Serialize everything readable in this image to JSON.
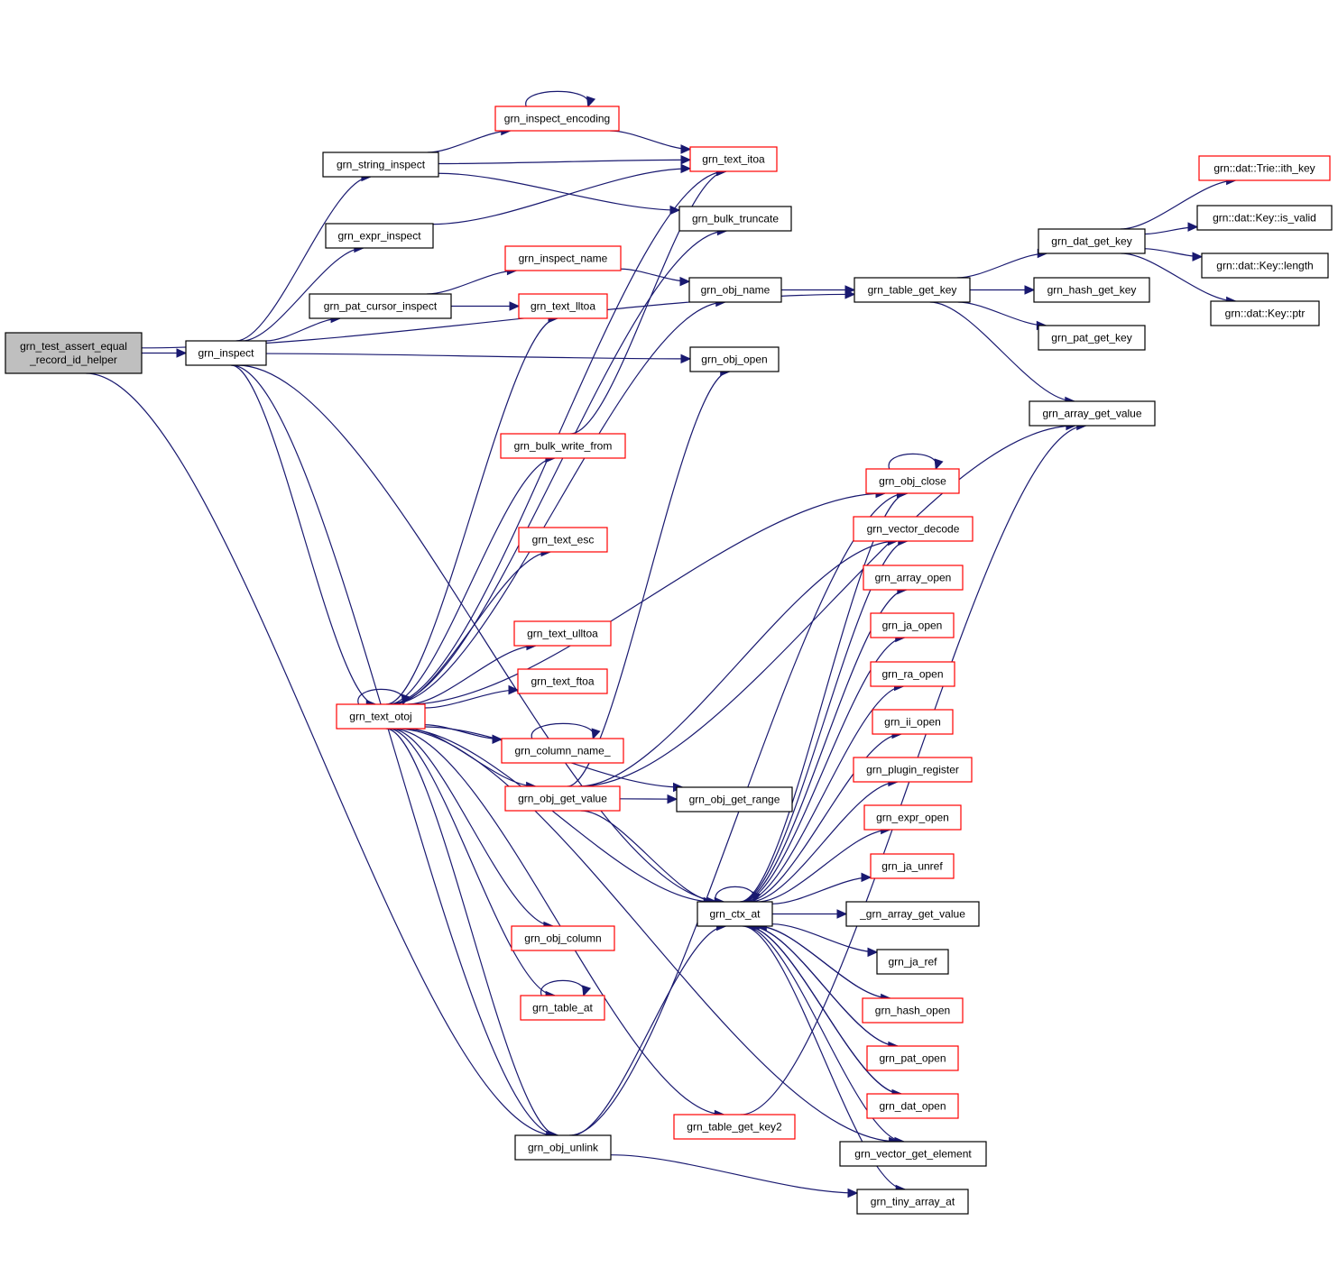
{
  "diagram": {
    "title": "Call graph of grn_test_assert_equal_record_id_helper",
    "edge_color": "#191970",
    "root_fill": "#bfbfbf",
    "border_colors": {
      "normal": "#000000",
      "truncated": "#ff0000"
    },
    "nodes": [
      {
        "id": "root",
        "label": [
          "grn_test_assert_equal",
          "_record_id_helper"
        ],
        "style": "root"
      },
      {
        "id": "inspect",
        "label": [
          "grn_inspect"
        ],
        "style": "normal"
      },
      {
        "id": "string_inspect",
        "label": [
          "grn_string_inspect"
        ],
        "style": "normal"
      },
      {
        "id": "expr_inspect",
        "label": [
          "grn_expr_inspect"
        ],
        "style": "normal"
      },
      {
        "id": "pat_cursor_inspect",
        "label": [
          "grn_pat_cursor_inspect"
        ],
        "style": "normal"
      },
      {
        "id": "inspect_encoding",
        "label": [
          "grn_inspect_encoding"
        ],
        "style": "red"
      },
      {
        "id": "inspect_name",
        "label": [
          "grn_inspect_name"
        ],
        "style": "red"
      },
      {
        "id": "text_lltoa",
        "label": [
          "grn_text_lltoa"
        ],
        "style": "red"
      },
      {
        "id": "text_itoa",
        "label": [
          "grn_text_itoa"
        ],
        "style": "red"
      },
      {
        "id": "bulk_truncate",
        "label": [
          "grn_bulk_truncate"
        ],
        "style": "normal"
      },
      {
        "id": "obj_name",
        "label": [
          "grn_obj_name"
        ],
        "style": "normal"
      },
      {
        "id": "obj_open",
        "label": [
          "grn_obj_open"
        ],
        "style": "normal"
      },
      {
        "id": "table_get_key",
        "label": [
          "grn_table_get_key"
        ],
        "style": "normal"
      },
      {
        "id": "dat_get_key",
        "label": [
          "grn_dat_get_key"
        ],
        "style": "normal"
      },
      {
        "id": "hash_get_key",
        "label": [
          "grn_hash_get_key"
        ],
        "style": "normal"
      },
      {
        "id": "pat_get_key",
        "label": [
          "grn_pat_get_key"
        ],
        "style": "normal"
      },
      {
        "id": "trie_ith_key",
        "label": [
          "grn::dat::Trie::ith_key"
        ],
        "style": "red"
      },
      {
        "id": "key_is_valid",
        "label": [
          "grn::dat::Key::is_valid"
        ],
        "style": "normal"
      },
      {
        "id": "key_length",
        "label": [
          "grn::dat::Key::length"
        ],
        "style": "normal"
      },
      {
        "id": "key_ptr",
        "label": [
          "grn::dat::Key::ptr"
        ],
        "style": "normal"
      },
      {
        "id": "array_get_value",
        "label": [
          "grn_array_get_value"
        ],
        "style": "normal"
      },
      {
        "id": "bulk_write_from",
        "label": [
          "grn_bulk_write_from"
        ],
        "style": "red"
      },
      {
        "id": "text_esc",
        "label": [
          "grn_text_esc"
        ],
        "style": "red"
      },
      {
        "id": "text_ulltoa",
        "label": [
          "grn_text_ulltoa"
        ],
        "style": "red"
      },
      {
        "id": "text_ftoa",
        "label": [
          "grn_text_ftoa"
        ],
        "style": "red"
      },
      {
        "id": "text_otoj",
        "label": [
          "grn_text_otoj"
        ],
        "style": "red"
      },
      {
        "id": "column_name_",
        "label": [
          "grn_column_name_"
        ],
        "style": "red"
      },
      {
        "id": "obj_get_value",
        "label": [
          "grn_obj_get_value"
        ],
        "style": "red"
      },
      {
        "id": "obj_get_range",
        "label": [
          "grn_obj_get_range"
        ],
        "style": "normal"
      },
      {
        "id": "obj_column",
        "label": [
          "grn_obj_column"
        ],
        "style": "red"
      },
      {
        "id": "table_at",
        "label": [
          "grn_table_at"
        ],
        "style": "red"
      },
      {
        "id": "table_get_key2",
        "label": [
          "grn_table_get_key2"
        ],
        "style": "red"
      },
      {
        "id": "obj_unlink",
        "label": [
          "grn_obj_unlink"
        ],
        "style": "normal"
      },
      {
        "id": "ctx_at",
        "label": [
          "grn_ctx_at"
        ],
        "style": "normal"
      },
      {
        "id": "obj_close",
        "label": [
          "grn_obj_close"
        ],
        "style": "red"
      },
      {
        "id": "vector_decode",
        "label": [
          "grn_vector_decode"
        ],
        "style": "red"
      },
      {
        "id": "array_open",
        "label": [
          "grn_array_open"
        ],
        "style": "red"
      },
      {
        "id": "ja_open",
        "label": [
          "grn_ja_open"
        ],
        "style": "red"
      },
      {
        "id": "ra_open",
        "label": [
          "grn_ra_open"
        ],
        "style": "red"
      },
      {
        "id": "ii_open",
        "label": [
          "grn_ii_open"
        ],
        "style": "red"
      },
      {
        "id": "plugin_register",
        "label": [
          "grn_plugin_register"
        ],
        "style": "red"
      },
      {
        "id": "expr_open",
        "label": [
          "grn_expr_open"
        ],
        "style": "red"
      },
      {
        "id": "ja_unref",
        "label": [
          "grn_ja_unref"
        ],
        "style": "red"
      },
      {
        "id": "_array_get_value",
        "label": [
          "_grn_array_get_value"
        ],
        "style": "normal"
      },
      {
        "id": "ja_ref",
        "label": [
          "grn_ja_ref"
        ],
        "style": "normal"
      },
      {
        "id": "hash_open",
        "label": [
          "grn_hash_open"
        ],
        "style": "red"
      },
      {
        "id": "pat_open",
        "label": [
          "grn_pat_open"
        ],
        "style": "red"
      },
      {
        "id": "dat_open",
        "label": [
          "grn_dat_open"
        ],
        "style": "red"
      },
      {
        "id": "vector_get_element",
        "label": [
          "grn_vector_get_element"
        ],
        "style": "normal"
      },
      {
        "id": "tiny_array_at",
        "label": [
          "grn_tiny_array_at"
        ],
        "style": "normal"
      }
    ],
    "edges": [
      [
        "root",
        "inspect"
      ],
      [
        "root",
        "table_get_key"
      ],
      [
        "root",
        "obj_unlink"
      ],
      [
        "inspect",
        "string_inspect"
      ],
      [
        "inspect",
        "expr_inspect"
      ],
      [
        "inspect",
        "pat_cursor_inspect"
      ],
      [
        "inspect",
        "obj_open"
      ],
      [
        "inspect",
        "text_otoj"
      ],
      [
        "inspect",
        "obj_unlink"
      ],
      [
        "inspect",
        "ctx_at"
      ],
      [
        "string_inspect",
        "inspect_encoding"
      ],
      [
        "string_inspect",
        "text_itoa"
      ],
      [
        "string_inspect",
        "bulk_truncate"
      ],
      [
        "inspect_encoding",
        "inspect_encoding"
      ],
      [
        "inspect_encoding",
        "text_itoa"
      ],
      [
        "expr_inspect",
        "text_itoa"
      ],
      [
        "pat_cursor_inspect",
        "inspect_name"
      ],
      [
        "pat_cursor_inspect",
        "text_lltoa"
      ],
      [
        "inspect_name",
        "obj_name"
      ],
      [
        "obj_name",
        "table_get_key"
      ],
      [
        "table_get_key",
        "dat_get_key"
      ],
      [
        "table_get_key",
        "hash_get_key"
      ],
      [
        "table_get_key",
        "pat_get_key"
      ],
      [
        "table_get_key",
        "array_get_value"
      ],
      [
        "dat_get_key",
        "trie_ith_key"
      ],
      [
        "dat_get_key",
        "key_is_valid"
      ],
      [
        "dat_get_key",
        "key_length"
      ],
      [
        "dat_get_key",
        "key_ptr"
      ],
      [
        "text_otoj",
        "text_otoj"
      ],
      [
        "text_otoj",
        "text_lltoa"
      ],
      [
        "text_otoj",
        "text_itoa"
      ],
      [
        "text_otoj",
        "bulk_truncate"
      ],
      [
        "text_otoj",
        "obj_name"
      ],
      [
        "text_otoj",
        "bulk_write_from"
      ],
      [
        "text_otoj",
        "text_esc"
      ],
      [
        "text_otoj",
        "obj_close"
      ],
      [
        "text_otoj",
        "text_ulltoa"
      ],
      [
        "text_otoj",
        "text_ftoa"
      ],
      [
        "text_otoj",
        "column_name_"
      ],
      [
        "text_otoj",
        "obj_get_value"
      ],
      [
        "text_otoj",
        "obj_get_range"
      ],
      [
        "text_otoj",
        "ctx_at"
      ],
      [
        "text_otoj",
        "obj_column"
      ],
      [
        "text_otoj",
        "table_at"
      ],
      [
        "text_otoj",
        "obj_unlink"
      ],
      [
        "text_otoj",
        "table_get_key2"
      ],
      [
        "text_otoj",
        "vector_get_element"
      ],
      [
        "bulk_write_from",
        "text_itoa"
      ],
      [
        "column_name_",
        "column_name_"
      ],
      [
        "table_at",
        "table_at"
      ],
      [
        "obj_get_value",
        "obj_get_range"
      ],
      [
        "obj_get_value",
        "ctx_at"
      ],
      [
        "obj_get_value",
        "array_get_value"
      ],
      [
        "obj_get_value",
        "obj_open"
      ],
      [
        "obj_get_value",
        "vector_decode"
      ],
      [
        "obj_unlink",
        "ctx_at"
      ],
      [
        "obj_unlink",
        "tiny_array_at"
      ],
      [
        "obj_unlink",
        "obj_close"
      ],
      [
        "table_get_key2",
        "array_get_value"
      ],
      [
        "obj_close",
        "obj_close"
      ],
      [
        "ctx_at",
        "ctx_at"
      ],
      [
        "ctx_at",
        "obj_close"
      ],
      [
        "ctx_at",
        "vector_decode"
      ],
      [
        "ctx_at",
        "array_open"
      ],
      [
        "ctx_at",
        "ja_open"
      ],
      [
        "ctx_at",
        "ra_open"
      ],
      [
        "ctx_at",
        "ii_open"
      ],
      [
        "ctx_at",
        "plugin_register"
      ],
      [
        "ctx_at",
        "expr_open"
      ],
      [
        "ctx_at",
        "ja_unref"
      ],
      [
        "ctx_at",
        "_array_get_value"
      ],
      [
        "ctx_at",
        "ja_ref"
      ],
      [
        "ctx_at",
        "hash_open"
      ],
      [
        "ctx_at",
        "pat_open"
      ],
      [
        "ctx_at",
        "dat_open"
      ],
      [
        "ctx_at",
        "vector_get_element"
      ],
      [
        "ctx_at",
        "tiny_array_at"
      ],
      [
        "hash_open",
        "ctx_at"
      ],
      [
        "pat_open",
        "ctx_at"
      ],
      [
        "dat_open",
        "ctx_at"
      ]
    ]
  }
}
